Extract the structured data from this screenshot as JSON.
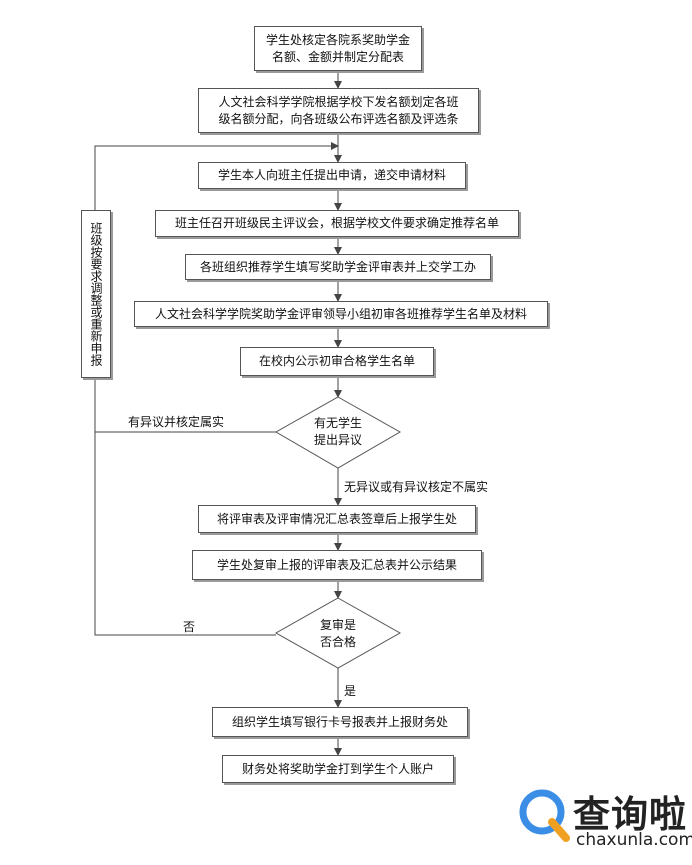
{
  "flowchart": {
    "steps": [
      {
        "lines": [
          "学生处核定各院系奖助学金",
          "名额、金额并制定分配表"
        ]
      },
      {
        "lines": [
          "人文社会科学学院根据学校下发名额划定各班",
          "级名额分配，向各班级公布评选名额及评选条"
        ]
      },
      {
        "lines": [
          "学生本人向班主任提出申请，递交申请材料"
        ]
      },
      {
        "lines": [
          "班主任召开班级民主评议会，根据学校文件要求确定推荐名单"
        ]
      },
      {
        "lines": [
          "各班组织推荐学生填写奖助学金评审表并上交学工办"
        ]
      },
      {
        "lines": [
          "人文社会科学学院奖助学金评审领导小组初审各班推荐学生名单及材料"
        ]
      },
      {
        "lines": [
          "在校内公示初审合格学生名单"
        ]
      },
      {
        "lines": [
          "将评审表及评审情况汇总表签章后上报学生处"
        ]
      },
      {
        "lines": [
          "学生处复审上报的评审表及汇总表并公示结果"
        ]
      },
      {
        "lines": [
          "组织学生填写银行卡号报表并上报财务处"
        ]
      },
      {
        "lines": [
          "财务处将奖助学金打到学生个人账户"
        ]
      }
    ],
    "decisions": [
      {
        "lines": [
          "有无学生",
          "提出异议"
        ]
      },
      {
        "lines": [
          "复审是",
          "否合格"
        ]
      }
    ],
    "side_box": "班级按要求调整或重新申报",
    "edge_labels": {
      "objection_yes": "有异议并核定属实",
      "objection_no": "无异议或有异议核定不属实",
      "review_no": "否",
      "review_yes": "是"
    }
  },
  "watermark": {
    "brand": "查询啦",
    "url": "chaxunla.com"
  }
}
